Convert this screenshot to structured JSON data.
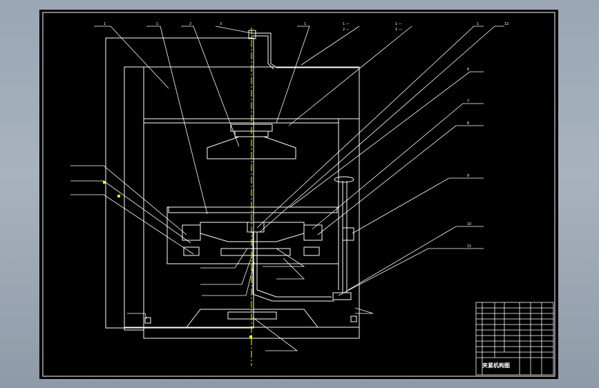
{
  "colors": {
    "background": "#9aa6b4",
    "sheet": "#000000",
    "line": "#ffffff",
    "centerline": "#ffff00",
    "accent_green": "#00ff00"
  },
  "drawing": {
    "sheet_title": "",
    "leader_numbers_top": [
      "1",
      "1",
      "2",
      "3",
      "1",
      "1"
    ],
    "leader_numbers_right": [
      "6",
      "7",
      "8",
      "9",
      "10",
      "11",
      "12"
    ],
    "note_top_right": [
      "1 — ",
      "2 — ",
      "1 — ",
      "2 — "
    ],
    "callouts": [
      "",
      "",
      "",
      "",
      "",
      "",
      "",
      "",
      "",
      "",
      ""
    ]
  },
  "title_block": {
    "drawing_name": "夹紧机构图",
    "rows": [
      "",
      "",
      "",
      "",
      "",
      "",
      "",
      "",
      "",
      "",
      "",
      "",
      ""
    ],
    "code": "",
    "scale_labels": [
      "",
      "",
      ""
    ]
  }
}
